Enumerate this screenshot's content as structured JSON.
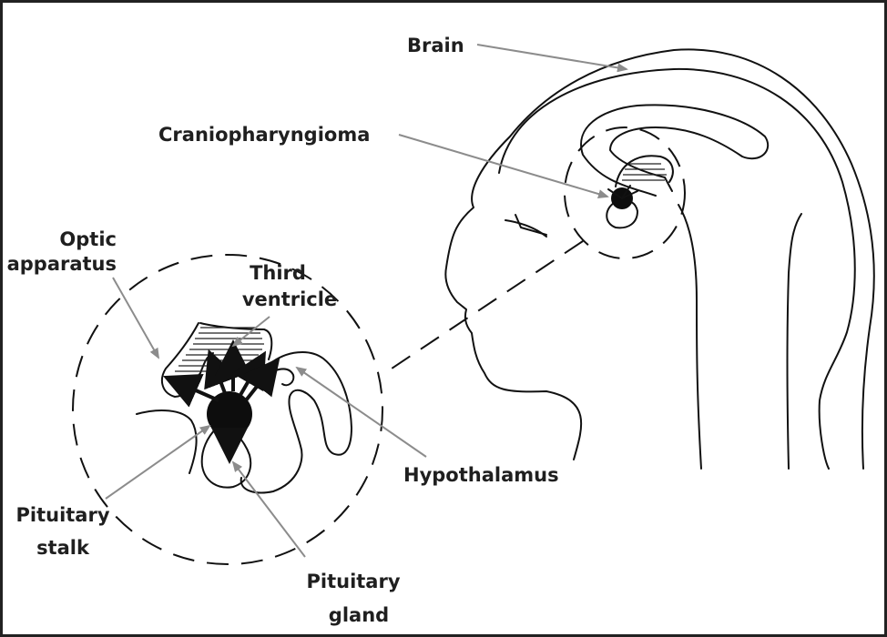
{
  "labels": {
    "brain": "Brain",
    "craniopharyngioma": "Craniopharyngioma",
    "optic_line1": "Optic",
    "optic_line2": "apparatus",
    "third_line1": "Third",
    "third_line2": "ventricle",
    "hypothalamus": "Hypothalamus",
    "stalk_line1": "Pituitary",
    "stalk_line2": "stalk",
    "gland_line1": "Pituitary",
    "gland_line2": "gland"
  },
  "colors": {
    "line": "#111111",
    "pointer": "#8c8c8c",
    "tumor": "#0d0d0d",
    "text": "#1f1f1f",
    "border": "#222222"
  }
}
